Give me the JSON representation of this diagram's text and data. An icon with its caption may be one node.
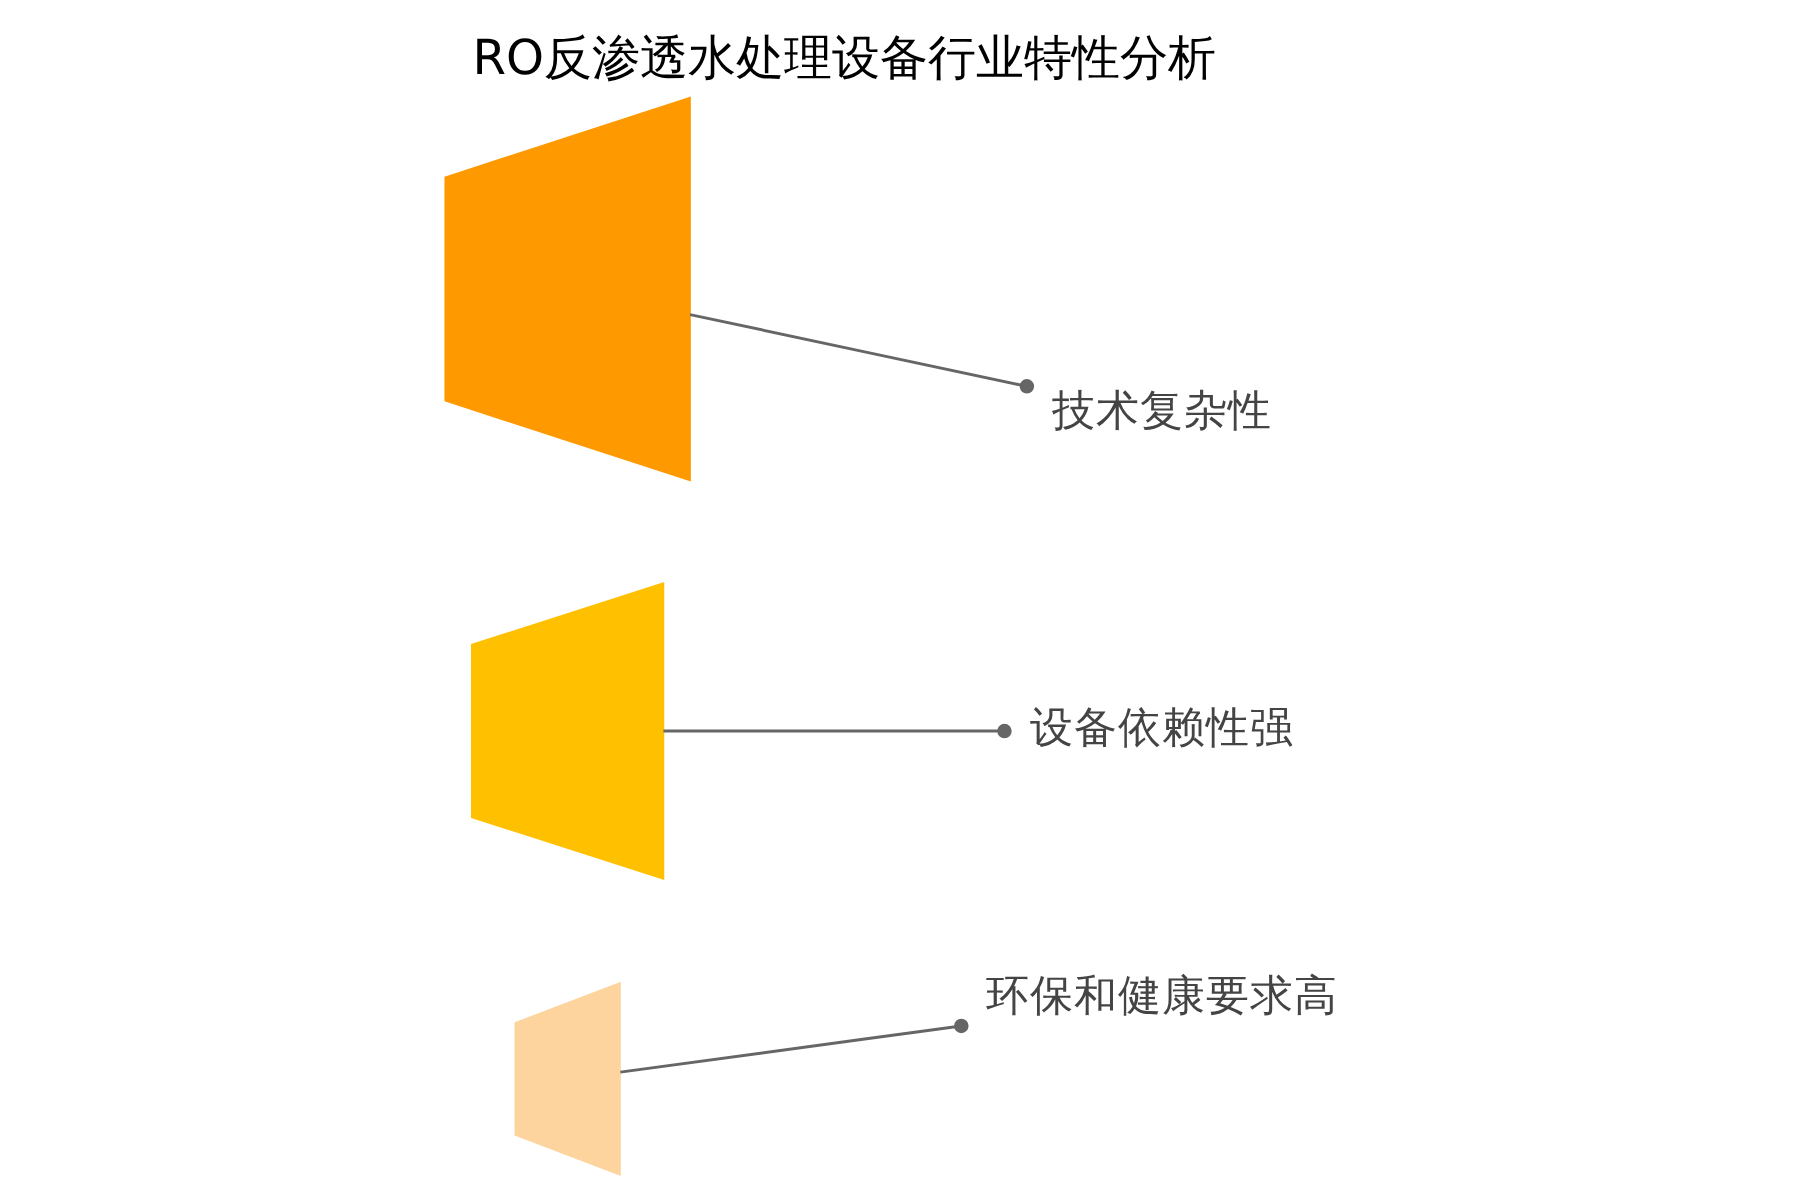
{
  "diagram": {
    "title": "RO反渗透水处理设备行业特性分析",
    "nodes": [
      {
        "text": [],
        "shape": "trapezoid"
      },
      {
        "text": [],
        "shape": "trapezoid"
      },
      {
        "text": [],
        "shape": "trapezoid"
      },
      {
        "text": [
          "技术复杂性"
        ]
      },
      {
        "text": [
          "设备依赖性强"
        ]
      },
      {
        "text": [
          "环保和健康要求高"
        ]
      }
    ],
    "edges": [
      {
        "from": 0,
        "to": 3,
        "arrow": "other"
      },
      {
        "from": 1,
        "to": 4,
        "arrow": "other"
      },
      {
        "from": 2,
        "to": 5,
        "arrow": "other"
      }
    ]
  }
}
